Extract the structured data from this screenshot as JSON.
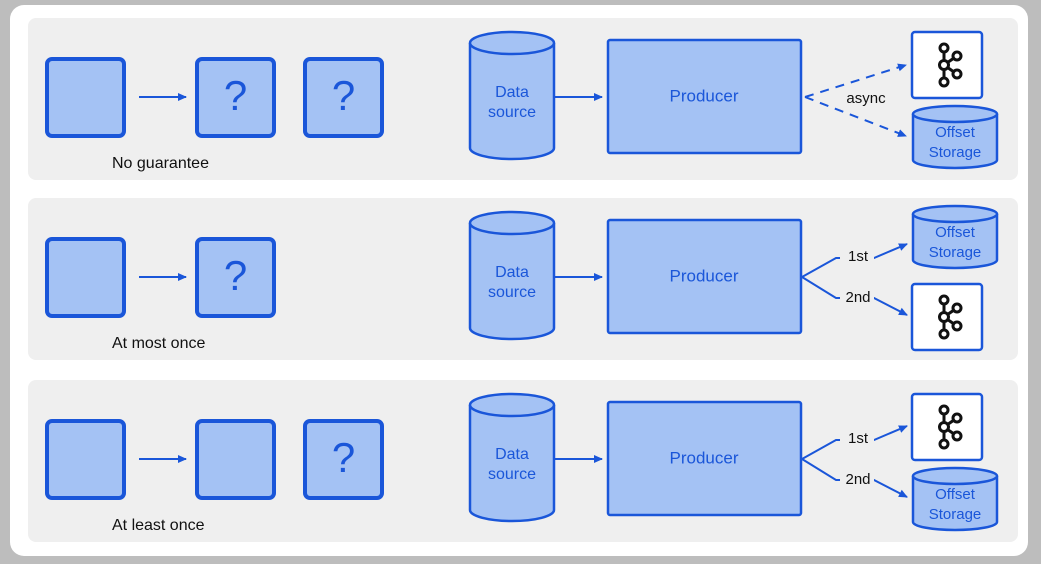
{
  "colors": {
    "fill": "#a4c2f4",
    "stroke": "#1a56d9",
    "text_blue": "#1a56d9",
    "panel": "#efefef",
    "frame": "#ffffff"
  },
  "rows": [
    {
      "caption": "No guarantee",
      "boxes": [
        "",
        "?",
        "?"
      ],
      "data_source": [
        "Data",
        "source"
      ],
      "producer": "Producer",
      "branch_top_label": "async",
      "branch_bottom_label": "",
      "top_target": "kafka",
      "bottom_target": "offset",
      "offset_lines": [
        "Offset",
        "Storage"
      ],
      "kafka_icon": "kafka-logo-icon"
    },
    {
      "caption": "At most once",
      "boxes": [
        "",
        "?"
      ],
      "data_source": [
        "Data",
        "source"
      ],
      "producer": "Producer",
      "branch_top_label": "1st",
      "branch_bottom_label": "2nd",
      "top_target": "offset",
      "bottom_target": "kafka",
      "offset_lines": [
        "Offset",
        "Storage"
      ],
      "kafka_icon": "kafka-logo-icon"
    },
    {
      "caption": "At least once",
      "boxes": [
        "",
        "",
        "?"
      ],
      "data_source": [
        "Data",
        "source"
      ],
      "producer": "Producer",
      "branch_top_label": "1st",
      "branch_bottom_label": "2nd",
      "top_target": "kafka",
      "bottom_target": "offset",
      "offset_lines": [
        "Offset",
        "Storage"
      ],
      "kafka_icon": "kafka-logo-icon"
    }
  ]
}
